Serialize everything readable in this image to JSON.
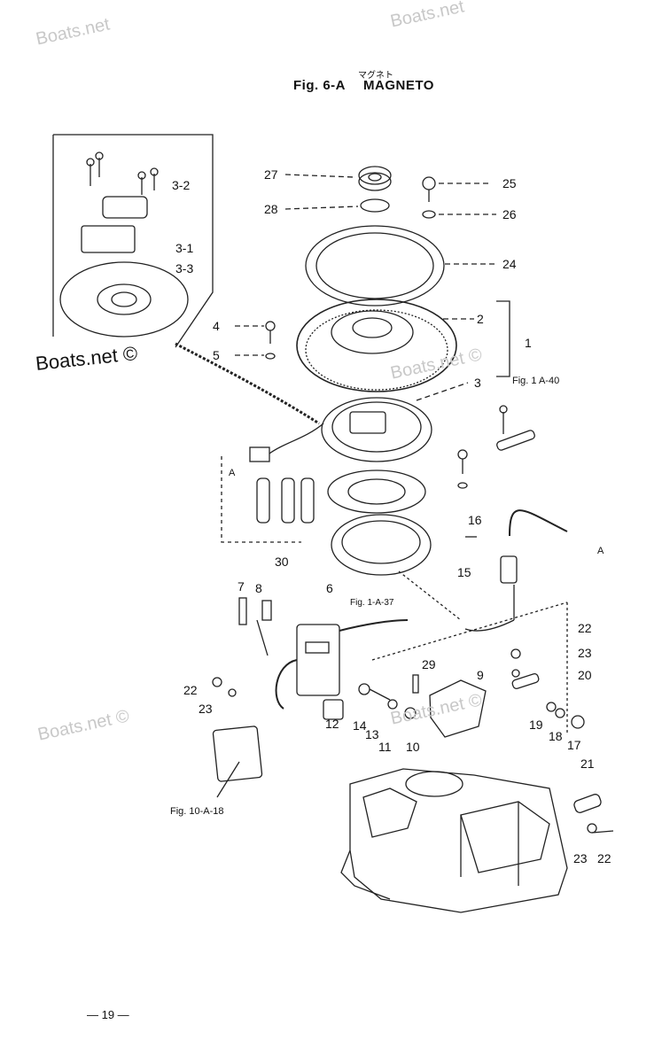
{
  "header": {
    "title_jp": "マグネト",
    "fig_label": "Fig. 6-A",
    "title": "MAGNETO"
  },
  "watermarks": {
    "main": "Boats.net ©",
    "faint": "Boats.net ©",
    "faint_top": "Boats.net"
  },
  "parts": {
    "p27": "27",
    "p28": "28",
    "p25": "25",
    "p26": "26",
    "p24": "24",
    "p2": "2",
    "p1": "1",
    "p3": "3",
    "p4": "4",
    "p5": "5",
    "p3_2": "3-2",
    "p3_1": "3-1",
    "p3_3": "3-3",
    "p30": "30",
    "p16": "16",
    "p15": "15",
    "p7": "7",
    "p8": "8",
    "p6": "6",
    "p22a": "22",
    "p23a": "23",
    "p20": "20",
    "p29": "29",
    "p9": "9",
    "p22b": "22",
    "p23b": "23",
    "p12": "12",
    "p14": "14",
    "p13": "13",
    "p11": "11",
    "p10": "10",
    "p19": "19",
    "p18": "18",
    "p17": "17",
    "p21": "21",
    "p23c": "23",
    "p22c": "22",
    "A1": "A",
    "A2": "A"
  },
  "refs": {
    "r1": "Fig. 1 A-40",
    "r2": "Fig. 1-A-37",
    "r3": "Fig. 10-A-18"
  },
  "footer": {
    "page": "— 19 —"
  }
}
